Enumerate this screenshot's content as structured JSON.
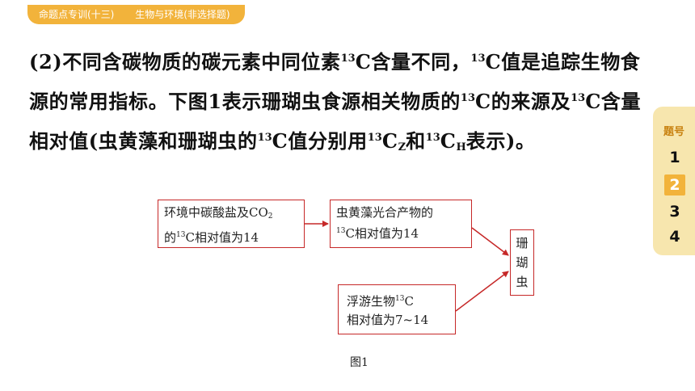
{
  "header": {
    "section": "命题点专训(十三)",
    "topic": "生物与环境(非选择题)"
  },
  "question": {
    "p1": "(2)不同含碳物质的碳元素中同位素",
    "p2": "C含量不同，",
    "p3": "C值是追踪生物食源的常用指标。下图1表示珊瑚虫食源相关物质的",
    "p4": "C的来源及",
    "p5": "C含量相对值(虫黄藻和珊瑚虫的",
    "p6": "C值分别用",
    "p7": "C",
    "p8": "和",
    "p9": "C",
    "p10": "表示)。",
    "iso": "13",
    "subZ": "Z",
    "subH": "H"
  },
  "side_nav": {
    "title": "题号",
    "items": [
      "1",
      "2",
      "3",
      "4"
    ],
    "active": "2"
  },
  "diagram": {
    "box_env": {
      "line1": "环境中碳酸盐及CO",
      "line1_sub": "2",
      "line2_pre": "的",
      "line2_post": "C相对值为14"
    },
    "box_zoox": {
      "line1": "虫黄藻光合产物的",
      "line2_post": "C相对值为14"
    },
    "box_plankton": {
      "line1": "浮游生物",
      "line1_post": "C",
      "line2": "相对值为7~14"
    },
    "box_coral": {
      "chars": [
        "珊",
        "瑚",
        "虫"
      ]
    },
    "iso": "13",
    "caption": "图1",
    "line_color": "#c62828"
  }
}
